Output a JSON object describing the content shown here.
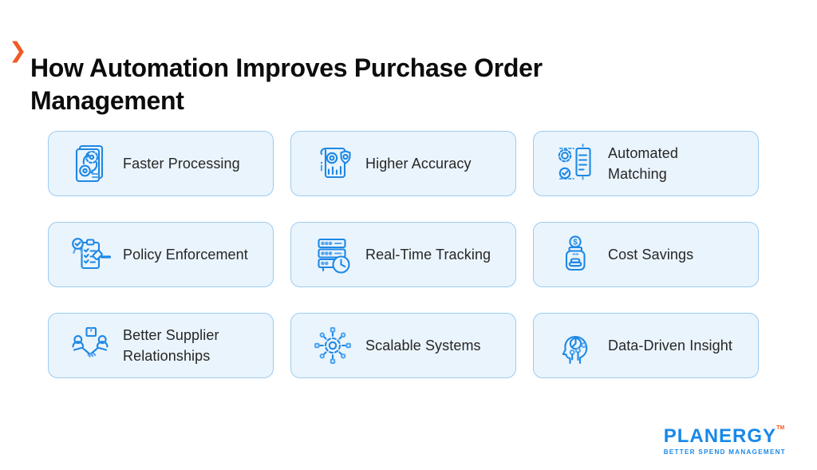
{
  "header": {
    "chevron": "❯",
    "title": "How Automation Improves Purchase Order Management"
  },
  "cards": [
    {
      "label": "Faster Processing",
      "icon": "document-gear-icon"
    },
    {
      "label": "Higher Accuracy",
      "icon": "report-shield-icon"
    },
    {
      "label": "Automated Matching",
      "icon": "gear-checklist-icon"
    },
    {
      "label": "Policy Enforcement",
      "icon": "clipboard-gavel-icon"
    },
    {
      "label": "Real-Time Tracking",
      "icon": "server-clock-icon"
    },
    {
      "label": "Cost Savings",
      "icon": "savings-jar-icon"
    },
    {
      "label": "Better Supplier Relationships",
      "icon": "handshake-icon"
    },
    {
      "label": "Scalable Systems",
      "icon": "network-gear-icon"
    },
    {
      "label": "Data-Driven Insight",
      "icon": "head-analytics-icon"
    }
  ],
  "footer": {
    "brand": "PLANERGY",
    "trademark": "TM",
    "tagline": "BETTER SPEND MANAGEMENT"
  },
  "theme": {
    "accent_orange": "#F15A24",
    "icon_blue": "#1E88E5",
    "icon_blue_light": "#53A6EF",
    "card_background": "#EAF4FC",
    "card_border": "#9CCCF2",
    "brand_blue": "#1888E8",
    "title_color": "#0C0C0C"
  }
}
